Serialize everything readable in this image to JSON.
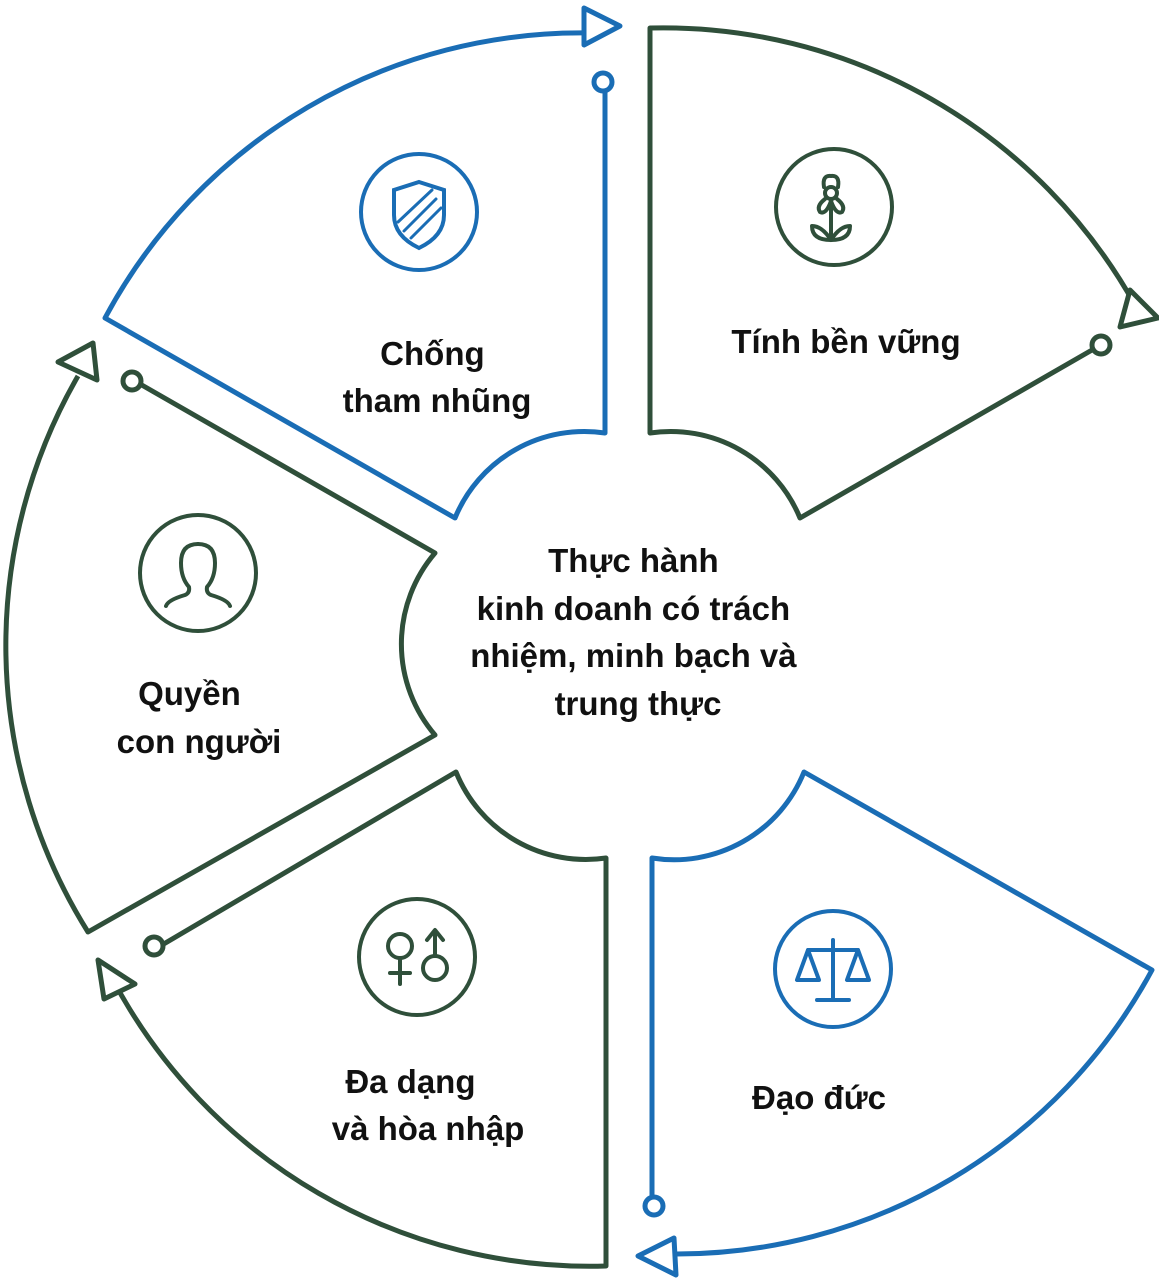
{
  "colors": {
    "blue": "#1a6db5",
    "green": "#2f4f3a",
    "text": "#111111"
  },
  "center": {
    "lines": [
      "Thực hành",
      "kinh doanh có trách",
      "nhiệm, minh bạch và",
      "trung thực"
    ]
  },
  "segments": [
    {
      "id": "anti-corruption",
      "icon": "shield-icon",
      "color": "blue",
      "label_lines": [
        "Chống",
        "tham nhũng"
      ]
    },
    {
      "id": "sustainability",
      "icon": "flower-icon",
      "color": "green",
      "label_lines": [
        "Tính bền vững"
      ]
    },
    {
      "id": "ethics",
      "icon": "scales-icon",
      "color": "blue",
      "label_lines": [
        "Đạo đức"
      ]
    },
    {
      "id": "diversity",
      "icon": "gender-icon",
      "color": "green",
      "label_lines": [
        "Đa dạng",
        "và hòa nhập"
      ]
    },
    {
      "id": "human-rights",
      "icon": "person-icon",
      "color": "green",
      "label_lines": [
        "Quyền",
        "con người"
      ]
    }
  ]
}
